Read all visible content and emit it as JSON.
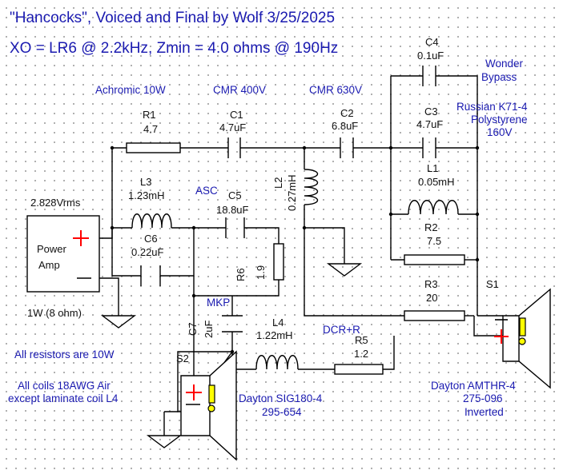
{
  "title": {
    "line1": "\"Hancocks\", Voiced and Final by Wolf 3/25/2025",
    "line2": "XO = LR6 @ 2.2kHz, Zmin = 4.0 ohms @ 190Hz"
  },
  "annotations": {
    "achromic": "Achromic 10W",
    "cmr400": "CMR 400V",
    "cmr630": "CMR 630V",
    "wonder": "Wonder",
    "bypass": "Bypass",
    "russian": "Russian K71-4",
    "polystyrene": "Polystyrene",
    "v160": "160V",
    "asc": "ASC",
    "mkp": "MKP",
    "dcr": "DCR+R",
    "resistors_note": "All resistors are 10W",
    "coils_note1": "All coils 18AWG Air",
    "coils_note2": "except laminate coil L4"
  },
  "source": {
    "voltage": "2.828Vrms",
    "name_line1": "Power",
    "name_line2": "Amp",
    "power": "1W (8 ohm)"
  },
  "components": {
    "r1": {
      "ref": "R1",
      "value": "4.7"
    },
    "c1": {
      "ref": "C1",
      "value": "4.7uF"
    },
    "c2": {
      "ref": "C2",
      "value": "6.8uF"
    },
    "c3": {
      "ref": "C3",
      "value": "4.7uF"
    },
    "c4": {
      "ref": "C4",
      "value": "0.1uF"
    },
    "l1": {
      "ref": "L1",
      "value": "0.05mH"
    },
    "l2": {
      "ref": "L2",
      "value": "0.27mH"
    },
    "l3": {
      "ref": "L3",
      "value": "1.23mH"
    },
    "c5": {
      "ref": "C5",
      "value": "18.8uF"
    },
    "c6": {
      "ref": "C6",
      "value": "0.22uF"
    },
    "r2": {
      "ref": "R2",
      "value": "7.5"
    },
    "r3": {
      "ref": "R3",
      "value": "20"
    },
    "r6": {
      "ref": "R6",
      "value": "1.9"
    },
    "c7": {
      "ref": "C7",
      "value": "2uF"
    },
    "l4": {
      "ref": "L4",
      "value": "1.22mH"
    },
    "r5": {
      "ref": "R5",
      "value": "1.2"
    }
  },
  "speakers": {
    "s1": {
      "ref": "S1",
      "model": "Dayton AMTHR-4",
      "part": "275-096",
      "note": "Inverted"
    },
    "s2": {
      "ref": "S2",
      "model": "Dayton SIG180-4",
      "part": "295-654"
    }
  },
  "colors": {
    "label": "#1a1ab0",
    "wire": "#000000",
    "polarity": "#ff0000",
    "marker": "#ffff00"
  }
}
